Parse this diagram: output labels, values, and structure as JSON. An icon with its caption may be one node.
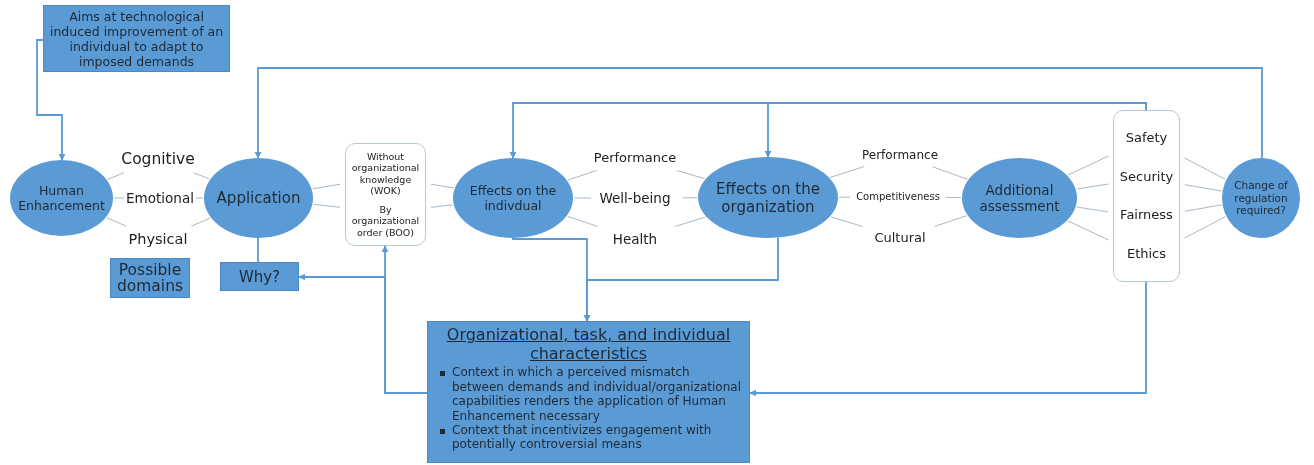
{
  "diagram": {
    "nodes": [
      {
        "text": [
          "Aims at technological induced improvement of an individual to adapt to imposed demands"
        ]
      },
      {
        "text": [
          "Human Enhancement"
        ]
      },
      {
        "text": [
          "Cognitive"
        ]
      },
      {
        "text": [
          "Emotional"
        ]
      },
      {
        "text": [
          "Physical"
        ]
      },
      {
        "text": [
          "Possible domains"
        ]
      },
      {
        "text": [
          "Application"
        ]
      },
      {
        "text": [
          "Why?"
        ]
      },
      {
        "text": [
          "Without organizational knowledge (WOK)",
          "By organizational order (BOO)"
        ]
      },
      {
        "text": [
          "Effects on the indivdual"
        ]
      },
      {
        "text": [
          "Performance"
        ]
      },
      {
        "text": [
          "Well-being"
        ]
      },
      {
        "text": [
          "Health"
        ]
      },
      {
        "text": [
          "Effects on the organization"
        ]
      },
      {
        "text": [
          "Performance"
        ]
      },
      {
        "text": [
          "Competitiveness"
        ]
      },
      {
        "text": [
          "Cultural"
        ]
      },
      {
        "text": [
          "Additional assessment"
        ]
      },
      {
        "text": [
          "Safety",
          "Security",
          "Fairness",
          "Ethics"
        ]
      },
      {
        "text": [
          "Change of regulation required?"
        ]
      },
      {
        "text": [
          "Organizational, task, and individual characteristics",
          "Context in which a perceived mismatch between demands and individual/organizational capabilities renders the application of Human Enhancement necessary",
          "Context that incentivizes engagement with potentially controversial means"
        ]
      }
    ],
    "edges": [
      {
        "from": 0,
        "to": 1,
        "arrow": "to",
        "color": "#5b9bd5"
      },
      {
        "from": 19,
        "to": 6,
        "arrow": "to",
        "color": "#5b9bd5"
      },
      {
        "from": 18,
        "to": 9,
        "arrow": "to",
        "color": "#5b9bd5"
      },
      {
        "from": 18,
        "to": 13,
        "arrow": "to",
        "color": "#5b9bd5"
      },
      {
        "from": 9,
        "to": 20,
        "arrow": "to",
        "color": "#5b9bd5"
      },
      {
        "from": 13,
        "to": 20,
        "arrow": "to",
        "color": "#5b9bd5"
      },
      {
        "from": 20,
        "to": 8,
        "arrow": "to",
        "color": "#5b9bd5"
      },
      {
        "from": 20,
        "to": 7,
        "arrow": "to",
        "color": "#5b9bd5"
      },
      {
        "from": 18,
        "to": 20,
        "arrow": "to",
        "color": "#5b9bd5"
      },
      {
        "from": 6,
        "to": 7,
        "arrow": "none",
        "color": "#5b9bd5"
      },
      {
        "from": 1,
        "to": 2,
        "arrow": "none"
      },
      {
        "from": 1,
        "to": 3,
        "arrow": "none"
      },
      {
        "from": 1,
        "to": 4,
        "arrow": "none"
      },
      {
        "from": 2,
        "to": 6,
        "arrow": "none"
      },
      {
        "from": 3,
        "to": 6,
        "arrow": "none"
      },
      {
        "from": 4,
        "to": 6,
        "arrow": "none"
      },
      {
        "from": 6,
        "to": 8,
        "arrow": "none"
      },
      {
        "from": 6,
        "to": 8,
        "arrow": "none"
      },
      {
        "from": 8,
        "to": 9,
        "arrow": "none"
      },
      {
        "from": 8,
        "to": 9,
        "arrow": "none"
      },
      {
        "from": 9,
        "to": 10,
        "arrow": "none"
      },
      {
        "from": 9,
        "to": 11,
        "arrow": "none"
      },
      {
        "from": 9,
        "to": 12,
        "arrow": "none"
      },
      {
        "from": 10,
        "to": 13,
        "arrow": "none"
      },
      {
        "from": 11,
        "to": 13,
        "arrow": "none"
      },
      {
        "from": 12,
        "to": 13,
        "arrow": "none"
      },
      {
        "from": 13,
        "to": 14,
        "arrow": "none"
      },
      {
        "from": 13,
        "to": 15,
        "arrow": "none"
      },
      {
        "from": 13,
        "to": 16,
        "arrow": "none"
      },
      {
        "from": 14,
        "to": 17,
        "arrow": "none"
      },
      {
        "from": 15,
        "to": 17,
        "arrow": "none"
      },
      {
        "from": 16,
        "to": 17,
        "arrow": "none"
      },
      {
        "from": 17,
        "to": 18,
        "arrow": "none"
      },
      {
        "from": 17,
        "to": 18,
        "arrow": "none"
      },
      {
        "from": 17,
        "to": 18,
        "arrow": "none"
      },
      {
        "from": 17,
        "to": 18,
        "arrow": "none"
      },
      {
        "from": 18,
        "to": 19,
        "arrow": "none"
      },
      {
        "from": 18,
        "to": 19,
        "arrow": "none"
      },
      {
        "from": 18,
        "to": 19,
        "arrow": "none"
      },
      {
        "from": 18,
        "to": 19,
        "arrow": "none"
      }
    ]
  }
}
